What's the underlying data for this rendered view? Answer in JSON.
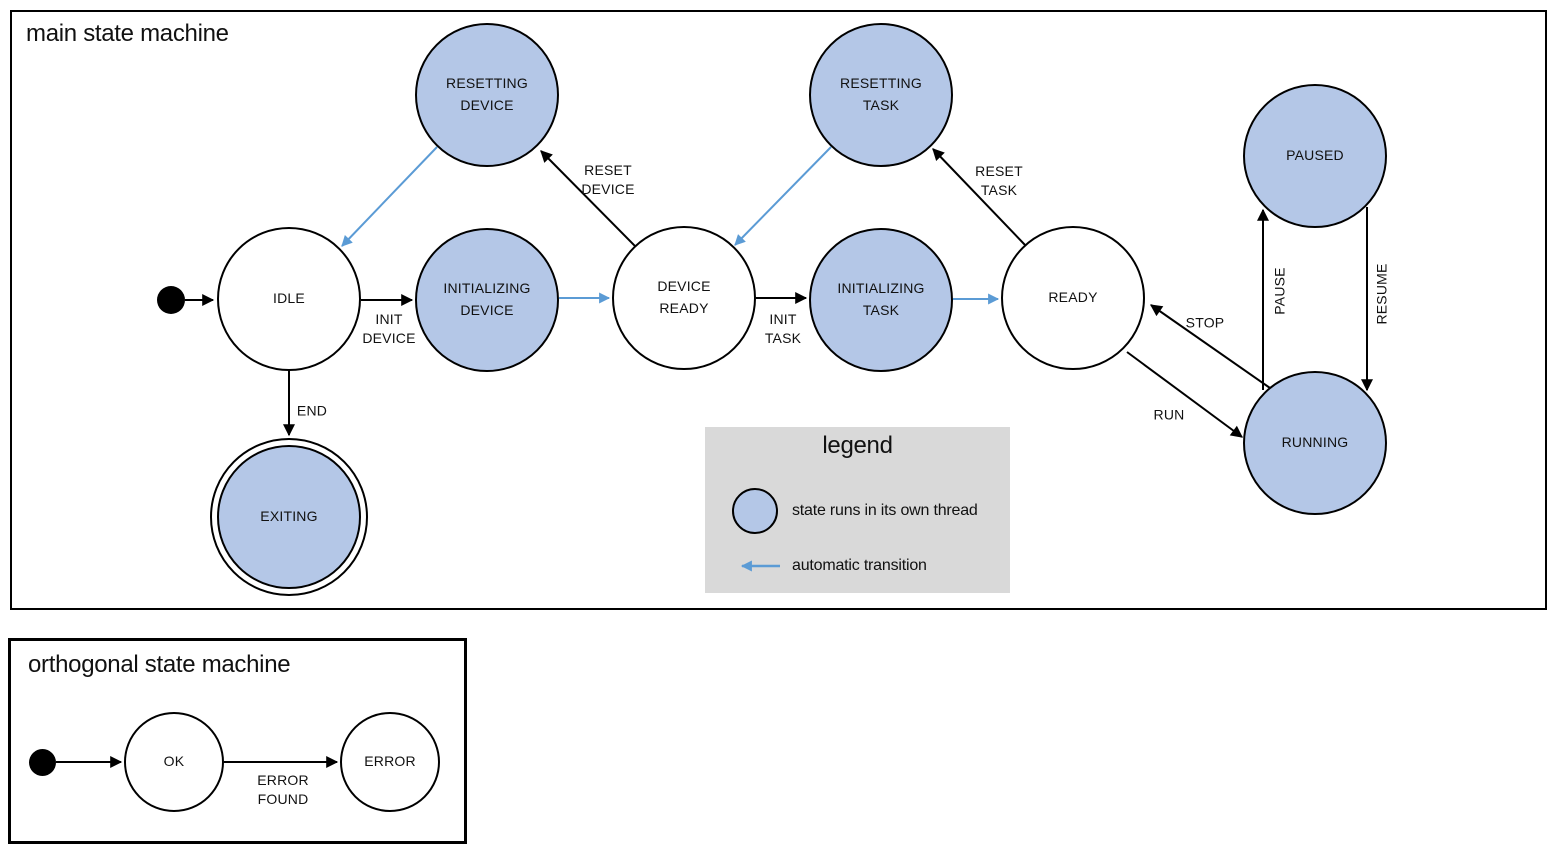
{
  "colors": {
    "threaded_state_fill": "#b4c7e7",
    "automatic_transition_arrow": "#5b9bd5",
    "standard_transition_arrow": "#000000",
    "legend_background": "#d9d9d9"
  },
  "main_machine": {
    "title": "main state machine",
    "states": {
      "initial": {
        "type": "initial-dot"
      },
      "idle": {
        "label": "IDLE",
        "threaded": false
      },
      "resetting_device": {
        "label": "RESETTING\nDEVICE",
        "threaded": true
      },
      "initializing_device": {
        "label": "INITIALIZING\nDEVICE",
        "threaded": true
      },
      "device_ready": {
        "label": "DEVICE\nREADY",
        "threaded": false
      },
      "resetting_task": {
        "label": "RESETTING\nTASK",
        "threaded": true
      },
      "initializing_task": {
        "label": "INITIALIZING\nTASK",
        "threaded": true
      },
      "ready": {
        "label": "READY",
        "threaded": false
      },
      "paused": {
        "label": "PAUSED",
        "threaded": true
      },
      "running": {
        "label": "RUNNING",
        "threaded": true
      },
      "exiting": {
        "label": "EXITING",
        "threaded": true,
        "final": true
      }
    },
    "transitions": {
      "init_device": {
        "from": "IDLE",
        "to": "INITIALIZING DEVICE",
        "label": "INIT\nDEVICE",
        "automatic": false
      },
      "auto_to_device_ready": {
        "from": "INITIALIZING DEVICE",
        "to": "DEVICE READY",
        "label": "",
        "automatic": true
      },
      "reset_device": {
        "from": "DEVICE READY",
        "to": "RESETTING DEVICE",
        "label": "RESET\nDEVICE",
        "automatic": false
      },
      "auto_to_idle": {
        "from": "RESETTING DEVICE",
        "to": "IDLE",
        "label": "",
        "automatic": true
      },
      "init_task": {
        "from": "DEVICE READY",
        "to": "INITIALIZING TASK",
        "label": "INIT\nTASK",
        "automatic": false
      },
      "auto_to_ready": {
        "from": "INITIALIZING TASK",
        "to": "READY",
        "label": "",
        "automatic": true
      },
      "reset_task": {
        "from": "READY",
        "to": "RESETTING TASK",
        "label": "RESET\nTASK",
        "automatic": false
      },
      "auto_to_device_ready_2": {
        "from": "RESETTING TASK",
        "to": "DEVICE READY",
        "label": "",
        "automatic": true
      },
      "run": {
        "from": "READY",
        "to": "RUNNING",
        "label": "RUN",
        "automatic": false
      },
      "stop": {
        "from": "RUNNING",
        "to": "READY",
        "label": "STOP",
        "automatic": false
      },
      "pause": {
        "from": "RUNNING",
        "to": "PAUSED",
        "label": "PAUSE",
        "automatic": false
      },
      "resume": {
        "from": "PAUSED",
        "to": "RUNNING",
        "label": "RESUME",
        "automatic": false
      },
      "end": {
        "from": "IDLE",
        "to": "EXITING",
        "label": "END",
        "automatic": false
      }
    }
  },
  "legend": {
    "title": "legend",
    "items": [
      {
        "icon": "threaded-state-circle",
        "label": "state runs in its own thread"
      },
      {
        "icon": "automatic-transition-arrow",
        "label": "automatic transition"
      }
    ]
  },
  "orthogonal_machine": {
    "title": "orthogonal state machine",
    "states": {
      "initial": {
        "type": "initial-dot"
      },
      "ok": {
        "label": "OK",
        "threaded": false
      },
      "error": {
        "label": "ERROR",
        "threaded": false
      }
    },
    "transitions": {
      "error_found": {
        "from": "OK",
        "to": "ERROR",
        "label": "ERROR\nFOUND",
        "automatic": false
      }
    }
  }
}
